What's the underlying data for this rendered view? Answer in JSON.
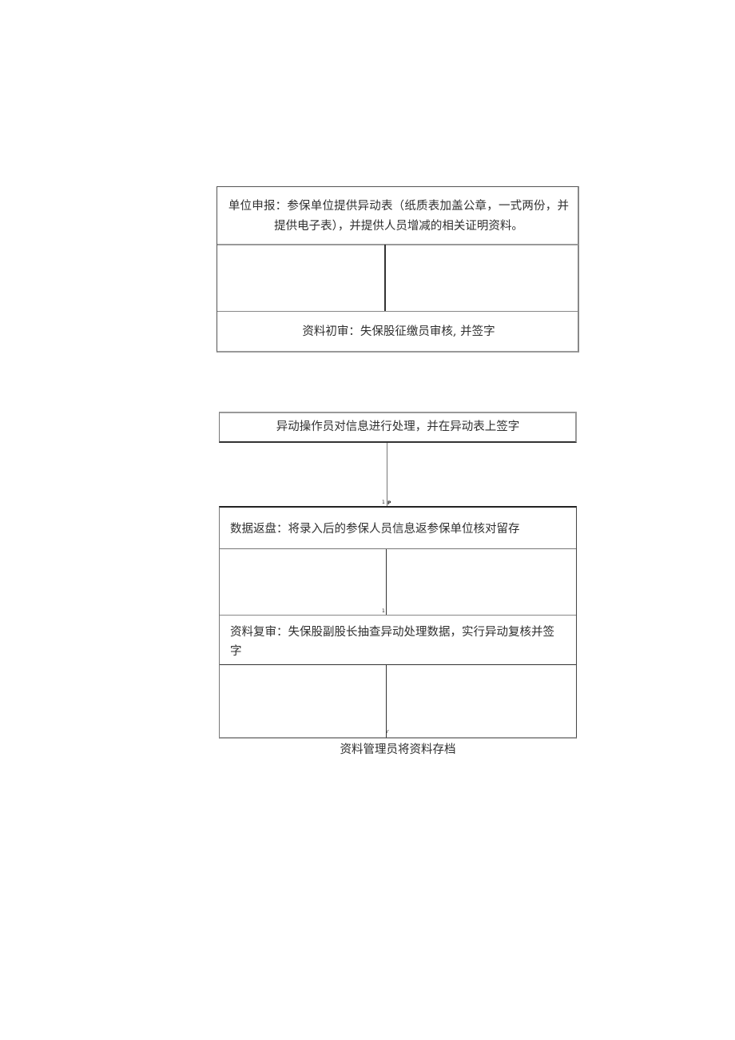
{
  "flowchart": {
    "group1": {
      "step1": {
        "line1": "单位申报：参保单位提供异动表（纸质表加盖公章，一式两份，并",
        "line2": "提供电子表），并提供人员增减的相关证明资料。"
      },
      "step2": "资料初审：失保股征缴员审核, 并签字"
    },
    "group2": {
      "step3": "异动操作员对信息进行处理，并在异动表上签字",
      "connector_marks": [
        "1",
        "P"
      ]
    },
    "group3": {
      "step4": "数据返盘：将录入后的参保人员信息返参保单位核对留存",
      "mark_after_step4": "1",
      "step5": {
        "line1": "资料复审：失保股副股长抽查异动处理数据，实行异动复核并签",
        "line2": "字"
      },
      "mark_after_step5": "r"
    },
    "footer": "资料管理员将资料存档"
  }
}
